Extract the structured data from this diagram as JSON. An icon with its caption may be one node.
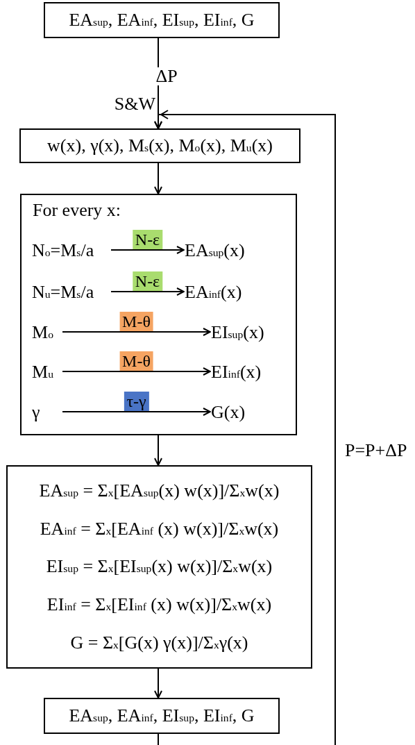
{
  "diagram": {
    "nodes": [
      {
        "text": [
          "EA$_{sup}$, EA$_{inf}$, EI$_{sup}$, EI$_{inf}$, G"
        ]
      },
      {
        "text": [
          "w(x), γ(x), M$_{s}$(x), M$_{o}$(x), M$_{u}$(x)"
        ]
      },
      {
        "text": [
          "For every x:"
        ]
      },
      {
        "text": [
          "N$_{o}$=M$_{s}$/a"
        ],
        "in": 2
      },
      {
        "text": [
          "EA$_{sup}$(x)"
        ],
        "in": 2
      },
      {
        "text": [
          "N$_{u}$=M$_{s}$/a"
        ],
        "in": 2
      },
      {
        "text": [
          "EA$_{inf}$(x)"
        ],
        "in": 2
      },
      {
        "text": [
          "M$_{o}$"
        ],
        "in": 2
      },
      {
        "text": [
          "EI$_{sup}$(x)"
        ],
        "in": 2
      },
      {
        "text": [
          "M$_{u}$"
        ],
        "in": 2
      },
      {
        "text": [
          "EI$_{inf}$(x)"
        ],
        "in": 2
      },
      {
        "text": [
          "γ"
        ],
        "in": 2
      },
      {
        "text": [
          "G(x)"
        ],
        "in": 2
      },
      {
        "text": [
          "EA$_{sup}$ = Σ$_{x}$[EA$_{sup}$(x) w(x)]/Σ$_{x}$w(x)",
          "EA$_{inf}$ = Σ$_{x}$[EA$_{inf}$ (x) w(x)]/Σ$_{x}$w(x)",
          "EI$_{sup}$ = Σ$_{x}$[EI$_{sup}$(x) w(x)]/Σ$_{x}$w(x)",
          "EI$_{inf}$ = Σ$_{x}$[EI$_{inf}$ (x) w(x)]/Σ$_{x}$w(x)",
          "G = Σ$_{x}$[G(x) γ(x)]/Σ$_{x}$γ(x)"
        ]
      },
      {
        "text": [
          "EA$_{sup}$, EA$_{inf}$, EI$_{sup}$, EI$_{inf}$, G"
        ]
      }
    ],
    "edges": [
      {
        "from": 0,
        "to": 1,
        "arrow": "to",
        "label": "ΔP"
      },
      {
        "from": 14,
        "to": 1,
        "arrow": "to",
        "label": "P=P+ΔP"
      },
      {
        "from": 1,
        "to": 2,
        "arrow": "to"
      },
      {
        "from": 3,
        "to": 4,
        "arrow": "to",
        "label": "N-ε"
      },
      {
        "from": 5,
        "to": 6,
        "arrow": "to",
        "label": "N-ε"
      },
      {
        "from": 7,
        "to": 8,
        "arrow": "to",
        "label": "M-θ"
      },
      {
        "from": 9,
        "to": 10,
        "arrow": "to",
        "label": "M-θ"
      },
      {
        "from": 11,
        "to": 12,
        "arrow": "to",
        "label": "τ-γ"
      },
      {
        "from": 2,
        "to": 13,
        "arrow": "to"
      },
      {
        "from": 13,
        "to": 14,
        "arrow": "to"
      }
    ],
    "labels": [
      "S&W"
    ]
  }
}
